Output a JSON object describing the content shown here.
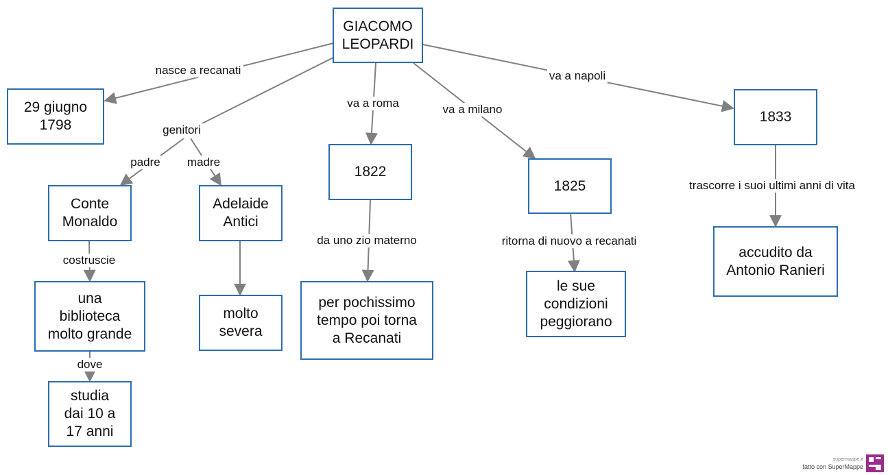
{
  "nodes": {
    "leopardi": "GIACOMO\nLEOPARDI",
    "birth": "29 giugno\n1798",
    "monaldo": "Conte\nMonaldo",
    "adelaide": "Adelaide\nAntici",
    "biblioteca": "una\nbiblioteca\nmolto grande",
    "studia": "studia\ndai 10 a\n17 anni",
    "severa": "molto\nsevera",
    "y1822": "1822",
    "pochissimo": "per pochissimo\ntempo poi torna\na Recanati",
    "y1825": "1825",
    "condizioni": "le sue\ncondizioni\npeggiorano",
    "y1833": "1833",
    "ranieri": "accudito da\nAntonio Ranieri"
  },
  "links": {
    "nasce": "nasce a recanati",
    "genitori": "genitori",
    "padre": "padre",
    "madre": "madre",
    "costruscie": "costruscie",
    "dove": "dove",
    "roma": "va a roma",
    "zio": "da uno zio materno",
    "milano": "va a milano",
    "ritorna": "ritorna di nuovo a recanati",
    "napoli": "va a napoli",
    "trascorre": "trascorre i suoi ultimi anni di vita"
  },
  "branding": {
    "site": "supermappe.it",
    "made_with": "fatto con SuperMappe"
  },
  "colors": {
    "node_border": "#2a6db0",
    "connector": "#808080",
    "logo": "#9b2c8e"
  }
}
